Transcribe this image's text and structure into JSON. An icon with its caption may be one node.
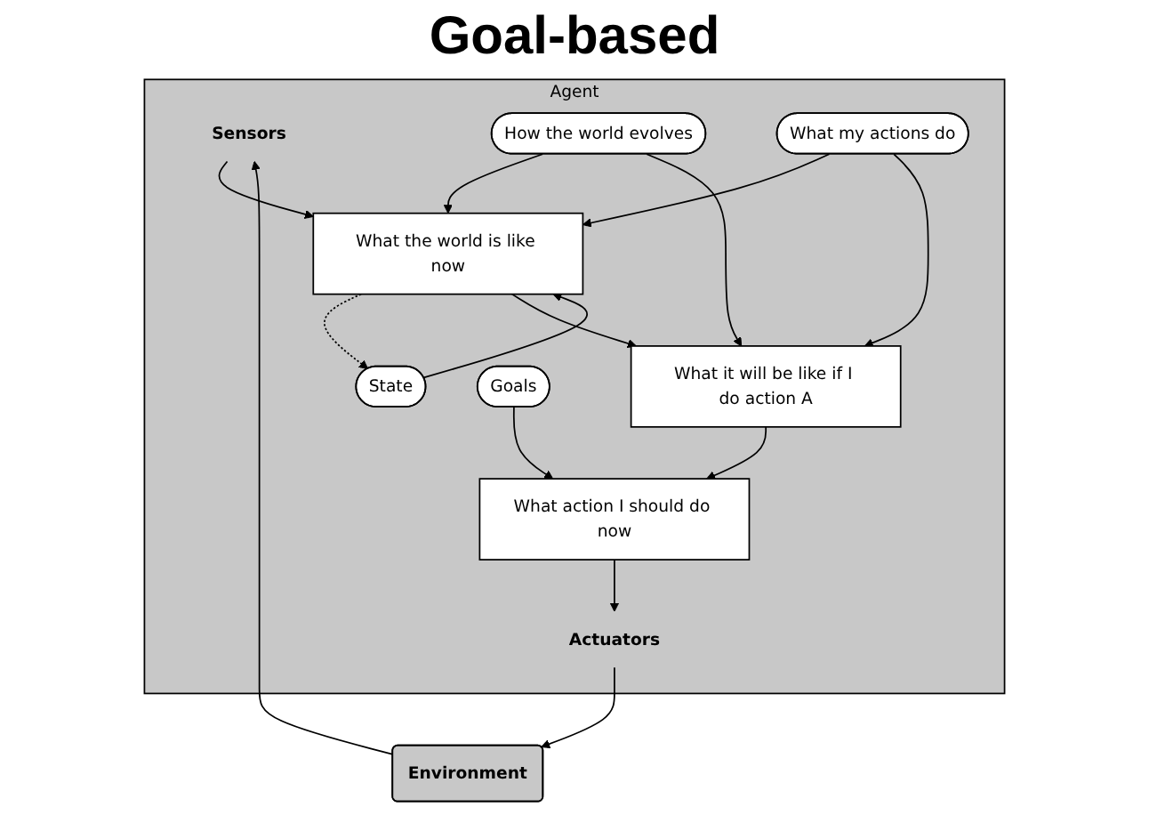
{
  "diagram": {
    "title": "Goal-based",
    "nodes": [
      {
        "text": [
          "Agent"
        ]
      },
      {
        "text": [
          "Sensors"
        ],
        "in": 0
      },
      {
        "text": [
          "State"
        ],
        "in": 0
      },
      {
        "text": [
          "How the world evolves"
        ],
        "in": 0
      },
      {
        "text": [
          "What my actions do"
        ],
        "in": 0
      },
      {
        "text": [
          "What the world is like now"
        ],
        "in": 0
      },
      {
        "text": [
          "What it will be like if I do action A"
        ],
        "in": 0
      },
      {
        "text": [
          "Goals"
        ],
        "in": 0
      },
      {
        "text": [
          "What action I should do now"
        ],
        "in": 0
      },
      {
        "text": [
          "Actuators"
        ],
        "in": 0
      },
      {
        "text": [
          "Environment"
        ]
      }
    ],
    "edges": [
      {
        "from": 10,
        "to": 1,
        "arrow": "to"
      },
      {
        "from": 1,
        "to": 5,
        "arrow": "to"
      },
      {
        "from": 2,
        "to": 5,
        "arrow": "to"
      },
      {
        "from": 3,
        "to": 5,
        "arrow": "to"
      },
      {
        "from": 3,
        "to": 6,
        "arrow": "to"
      },
      {
        "from": 4,
        "to": 5,
        "arrow": "to"
      },
      {
        "from": 4,
        "to": 6,
        "arrow": "to"
      },
      {
        "from": 5,
        "to": 2,
        "arrow": "to",
        "style": "dashed"
      },
      {
        "from": 5,
        "to": 6,
        "arrow": "to"
      },
      {
        "from": 6,
        "to": 8,
        "arrow": "to"
      },
      {
        "from": 7,
        "to": 8,
        "arrow": "to"
      },
      {
        "from": 8,
        "to": 9,
        "arrow": "to"
      },
      {
        "from": 9,
        "to": 10,
        "arrow": "to"
      }
    ]
  }
}
